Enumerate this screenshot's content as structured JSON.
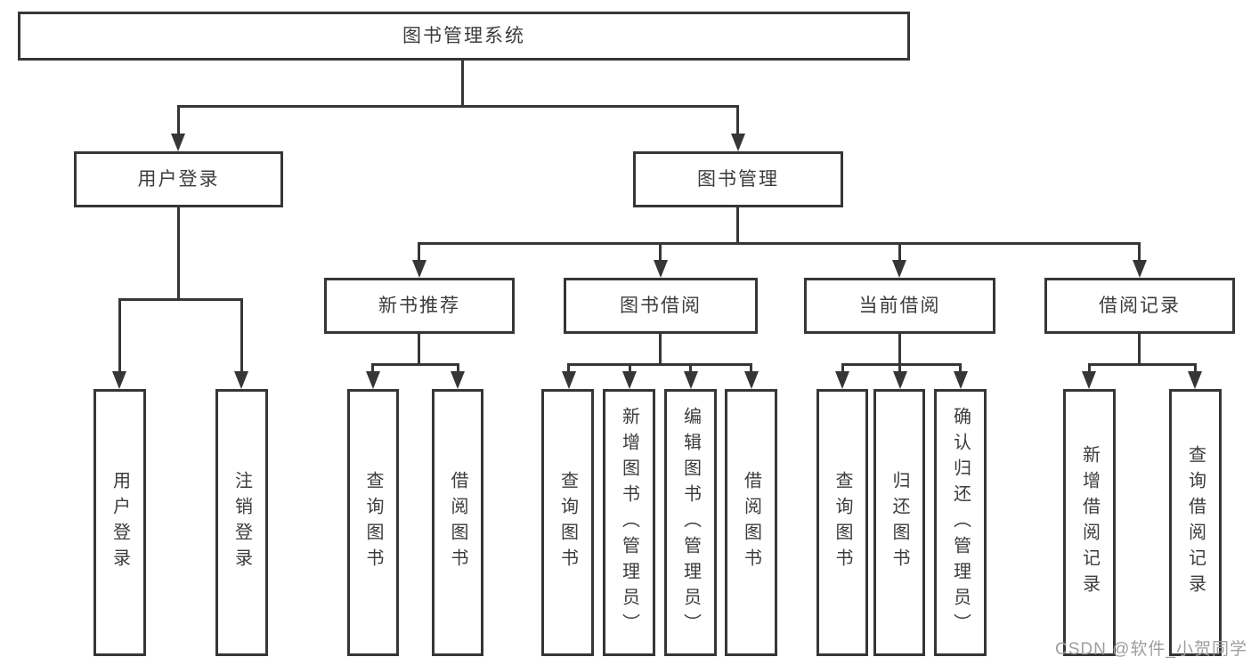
{
  "diagram": {
    "root": {
      "label": "图书管理系统"
    },
    "branches": [
      {
        "label": "用户登录",
        "children": [
          "用户登录",
          "注销登录"
        ]
      },
      {
        "label": "图书管理"
      }
    ],
    "modules": [
      {
        "label": "新书推荐",
        "children": [
          "查询图书",
          "借阅图书"
        ]
      },
      {
        "label": "图书借阅",
        "children": [
          "查询图书",
          "新增图书（管理员）",
          "编辑图书（管理员）",
          "借阅图书"
        ]
      },
      {
        "label": "当前借阅",
        "children": [
          "查询图书",
          "归还图书",
          "确认归还（管理员）"
        ]
      },
      {
        "label": "借阅记录",
        "children": [
          "新增借阅记录",
          "查询借阅记录"
        ]
      }
    ]
  },
  "watermark": "CSDN @软件_小贺同学",
  "colors": {
    "line": "#363636",
    "text": "#3c3c3c",
    "watermark_text": "#9e9e9e",
    "background": "#ffffff"
  }
}
